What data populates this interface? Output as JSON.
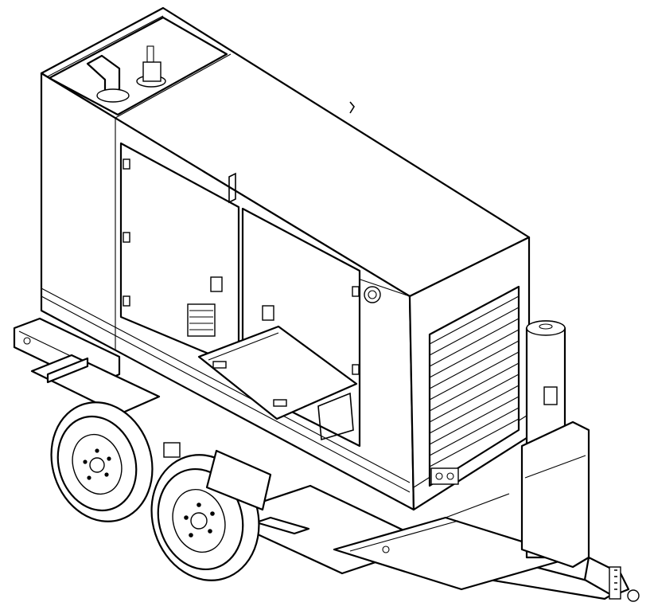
{
  "figure": {
    "subject": "trailer-mounted-generator",
    "views": [
      "isometric"
    ],
    "line_color": "#000000",
    "background_color": "#ffffff"
  },
  "parts": [
    {
      "id": "enclosure",
      "icon": "box-icon"
    },
    {
      "id": "exhaust-pipe",
      "icon": "pipe-icon"
    },
    {
      "id": "service-door-left",
      "icon": "door-icon"
    },
    {
      "id": "service-door-right",
      "icon": "door-icon"
    },
    {
      "id": "louvered-end-panel",
      "icon": "vent-icon"
    },
    {
      "id": "control-panel-shelf",
      "icon": "panel-icon"
    },
    {
      "id": "fuel-filler-column",
      "icon": "cylinder-icon"
    },
    {
      "id": "trailer-frame",
      "icon": "frame-icon"
    },
    {
      "id": "tandem-wheels",
      "icon": "wheel-icon"
    },
    {
      "id": "tongue-hitch",
      "icon": "hitch-icon"
    }
  ]
}
